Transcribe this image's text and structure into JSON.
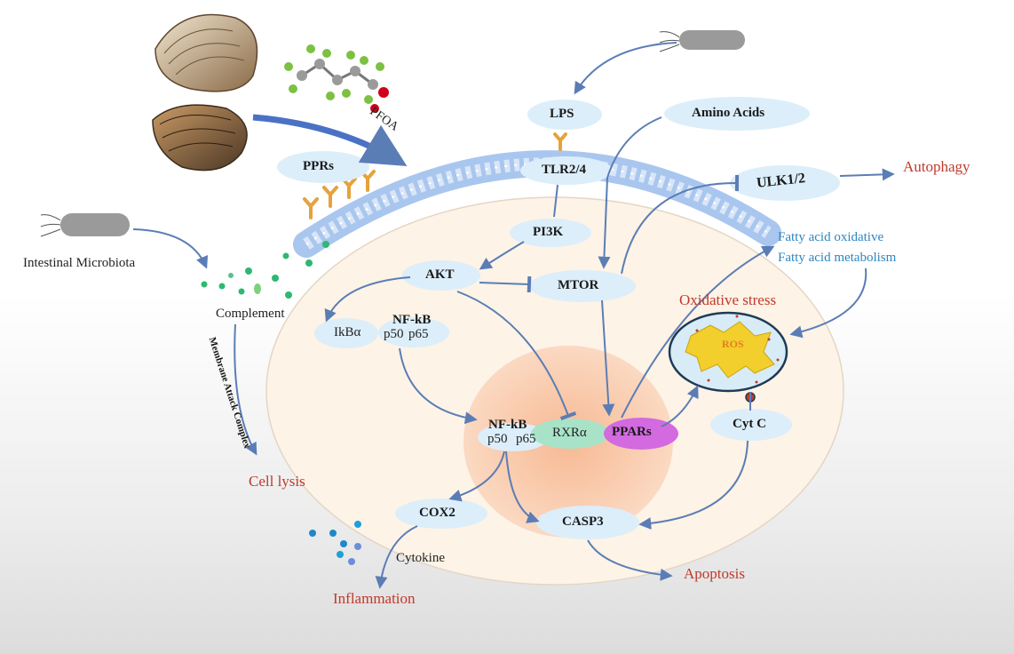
{
  "labels": {
    "pfoa": "PFOA",
    "pprs": "PPRs",
    "lps": "LPS",
    "tlr": "TLR2/4",
    "amino_acids": "Amino Acids",
    "ulk": "ULK1/2",
    "autophagy": "Autophagy",
    "pi3k": "PI3K",
    "akt": "AKT",
    "mtor": "MTOR",
    "fatty_oxidative": "Fatty acid oxidative",
    "fatty_metabolism": "Fatty acid metabolism",
    "oxidative_stress": "Oxidative stress",
    "ros": "ROS",
    "intestinal_microbiota": "Intestinal Microbiota",
    "complement": "Complement",
    "mac": "Membrane Attack Complex",
    "ikba": "IkBα",
    "nfkb_top": "NF-kB",
    "p50_top": "p50",
    "p65_top": "p65",
    "nfkb_mid": "NF-kB",
    "p50_mid": "p50",
    "p65_mid": "p65",
    "rxra": "RXRα",
    "ppars": "PPARs",
    "cytc": "Cyt C",
    "cell_lysis": "Cell lysis",
    "cox2": "COX2",
    "casp3": "CASP3",
    "cytokine": "Cytokine",
    "inflammation": "Inflammation",
    "apoptosis": "Apoptosis"
  },
  "colors": {
    "arrow": "#5b7db5",
    "node_fill": "#dceefa",
    "cell_fill": "#fdf3e6",
    "nucleus": "#f9c8a6",
    "ppars_fill": "#d36ae0",
    "rxra_fill": "#a8e3c8",
    "red_text": "#c0392b",
    "blue_text": "#2e86c1",
    "membrane": "#a9c6ee",
    "ros_fill": "#f2cf2c",
    "mito_fill": "#d8ecf7"
  }
}
